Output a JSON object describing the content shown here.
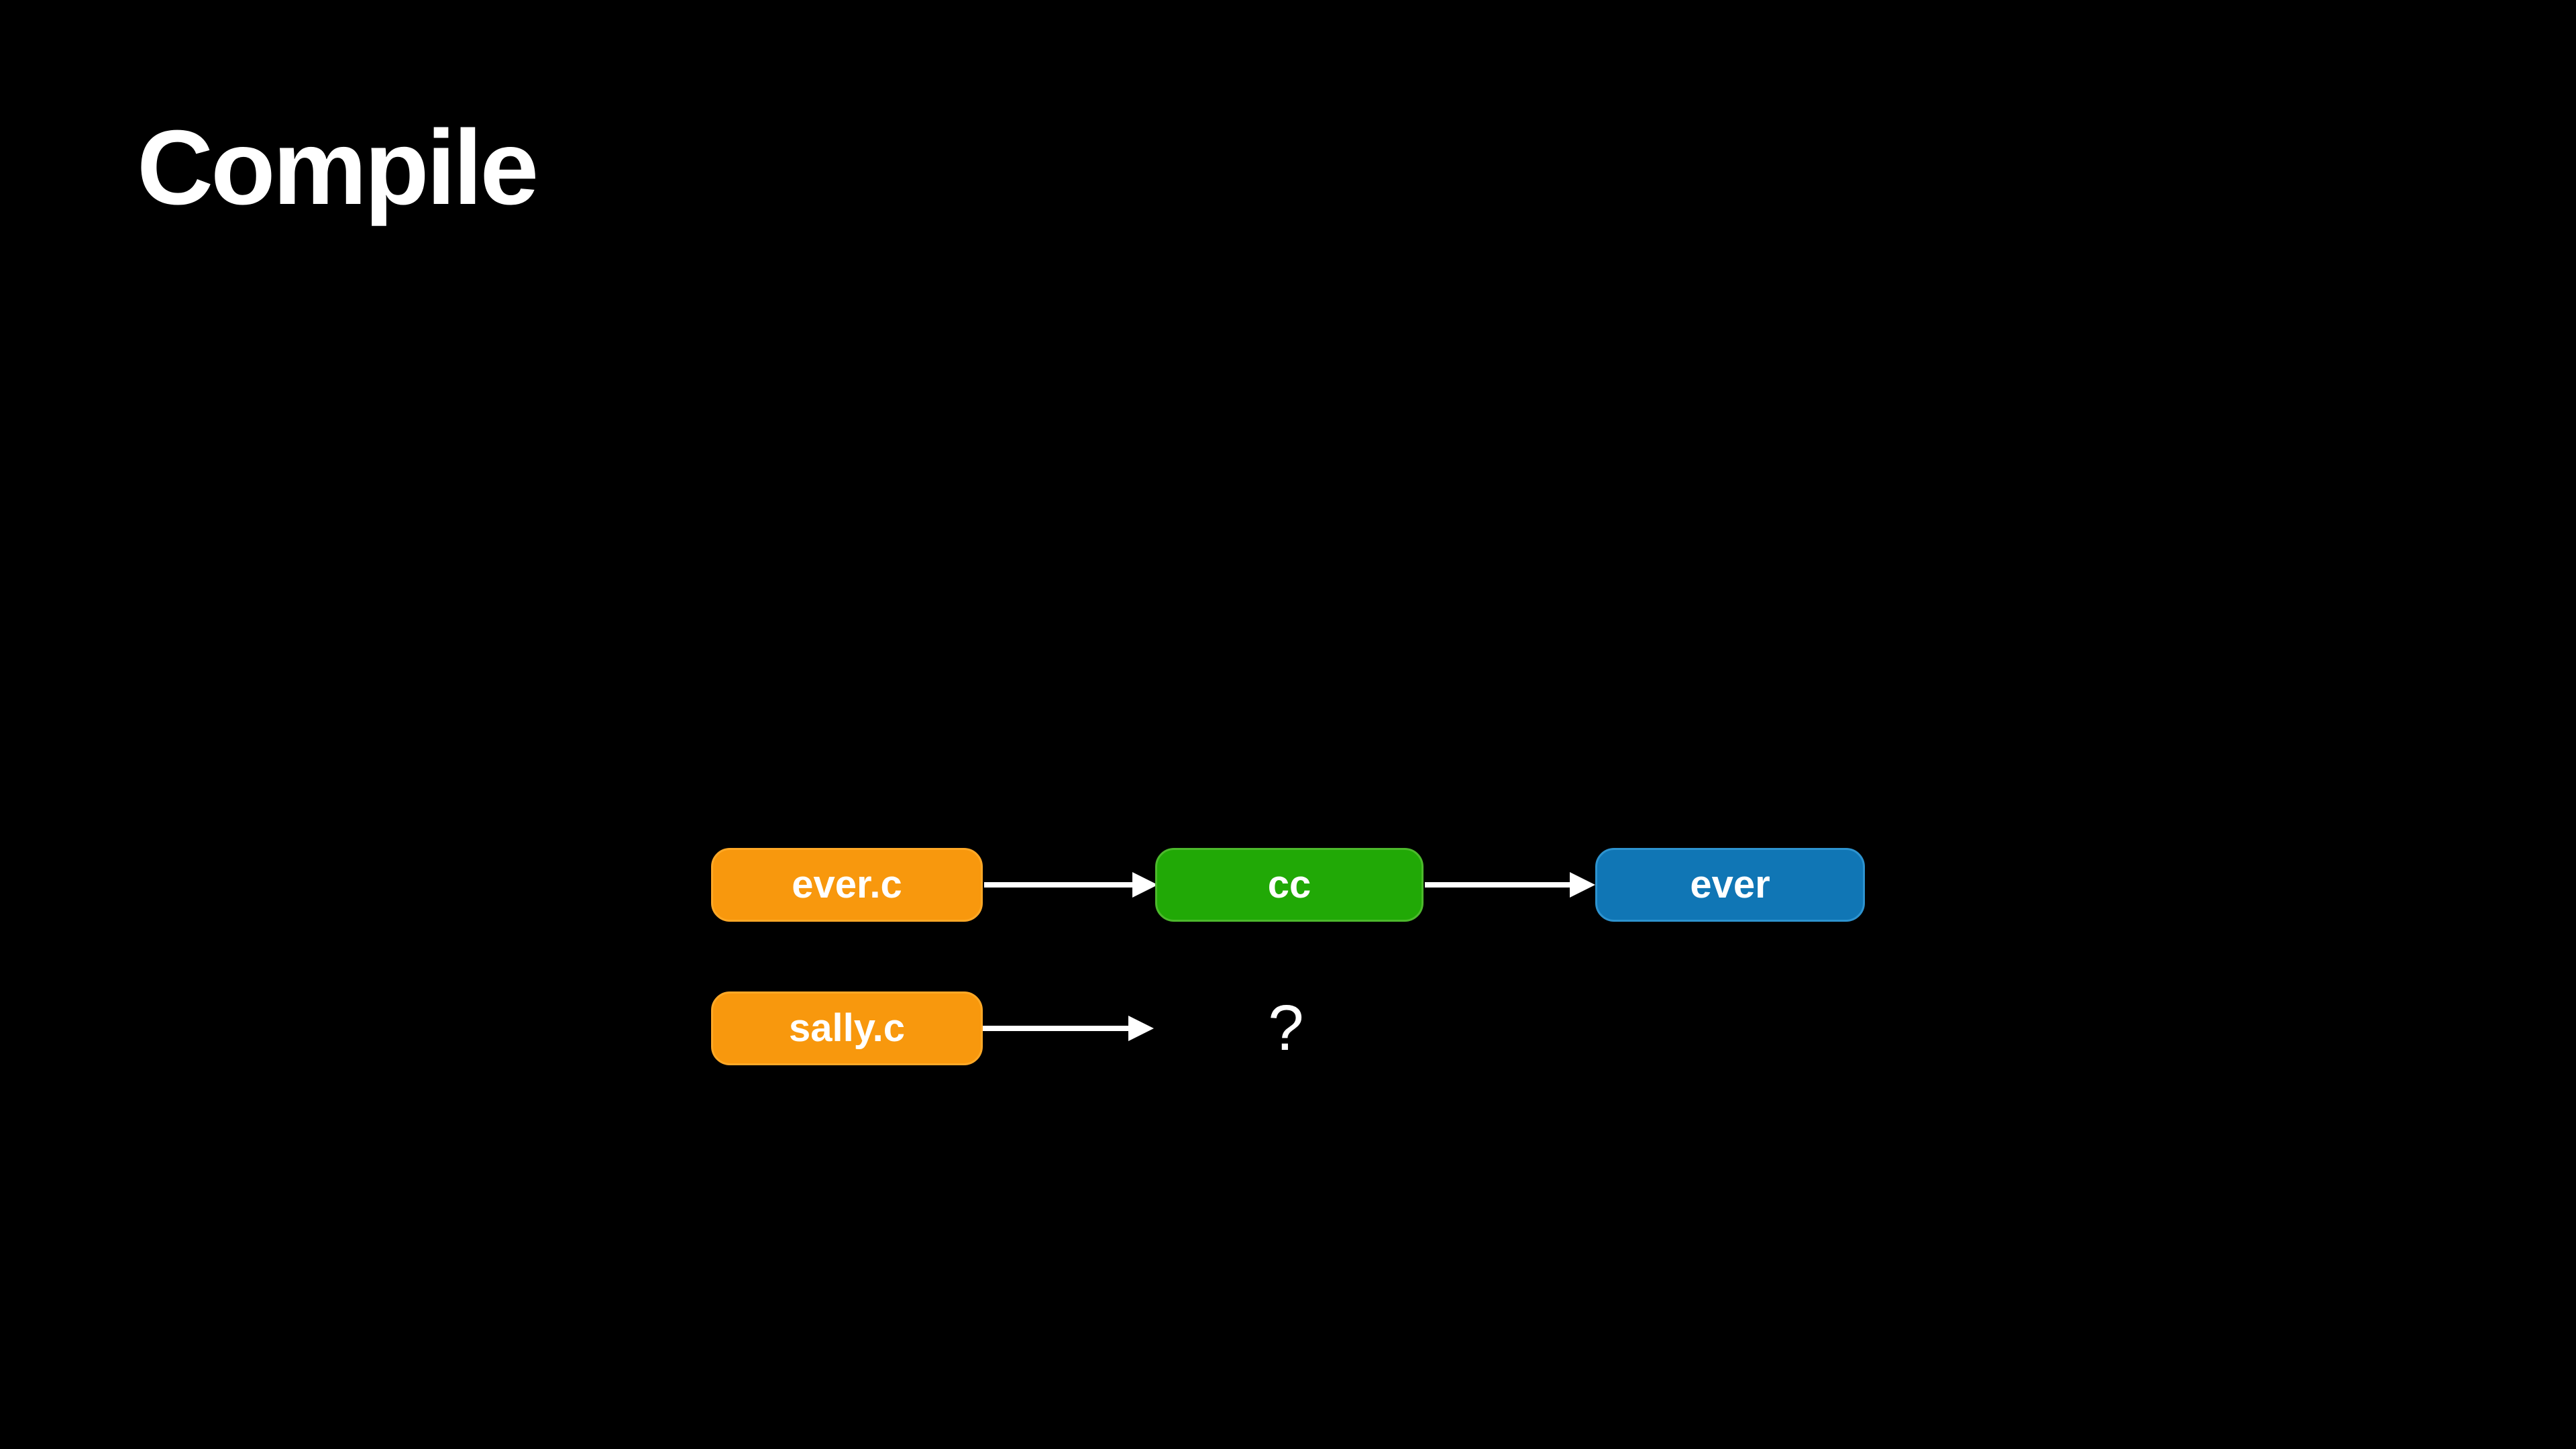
{
  "slide": {
    "title": "Compile",
    "background_color": "#000000",
    "title_color": "#FFFFFF"
  },
  "diagram": {
    "arrow_color": "#FFFFFF",
    "nodes": [
      {
        "id": "ever-c",
        "label": "ever.c",
        "fill": "#F8980D",
        "border": "#FFA826",
        "text_color": "#FFFFFF"
      },
      {
        "id": "cc",
        "label": "cc",
        "fill": "#21A906",
        "border": "#4CB92C",
        "text_color": "#FFFFFF"
      },
      {
        "id": "ever",
        "label": "ever",
        "fill": "#1076B5",
        "border": "#2D93CF",
        "text_color": "#FFFFFF"
      },
      {
        "id": "sally-c",
        "label": "sally.c",
        "fill": "#F8980D",
        "border": "#FFA826",
        "text_color": "#FFFFFF"
      }
    ],
    "question_mark": "?",
    "arrows": [
      {
        "from": "ever.c",
        "to": "cc"
      },
      {
        "from": "cc",
        "to": "ever"
      },
      {
        "from": "sally.c",
        "to": "?"
      }
    ]
  }
}
